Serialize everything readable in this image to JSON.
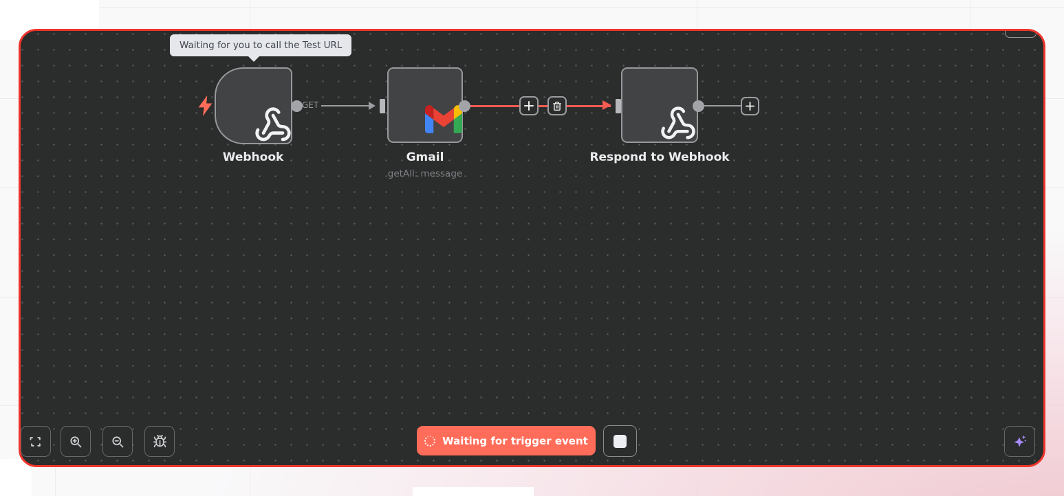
{
  "app": {
    "name": "workflow-editor-canvas"
  },
  "colors": {
    "canvas_bg": "#2b2c2c",
    "canvas_border_active": "#ee352b",
    "node_fill": "#424344",
    "node_border": "#98999c",
    "connection_default": "#9b9da1",
    "connection_active": "#f45b52",
    "execution_accent": "#ff6d5a",
    "assistant_purple": "#a78bfa"
  },
  "tooltip": {
    "text": "Waiting for you to call the Test URL"
  },
  "nodes": [
    {
      "label": "Webhook",
      "subtitle": "",
      "icon": "webhook-icon",
      "shape": "trigger-rounded-left",
      "badge": "lightning-trigger"
    },
    {
      "label": "Gmail",
      "subtitle": "getAll: message",
      "icon": "gmail-icon",
      "shape": "square"
    },
    {
      "label": "Respond to Webhook",
      "subtitle": "",
      "icon": "webhook-icon",
      "shape": "square"
    }
  ],
  "connections": [
    {
      "from": "Webhook",
      "to": "Gmail",
      "label": "GET",
      "state": "default"
    },
    {
      "from": "Gmail",
      "to": "Respond to Webhook",
      "label": "",
      "state": "active",
      "hover_actions": [
        "add-node",
        "delete-connection"
      ]
    },
    {
      "from": "Respond to Webhook",
      "to": "",
      "label": "",
      "state": "default",
      "hover_actions": [
        "add-node"
      ]
    }
  ],
  "controls": {
    "zoom_toolbar": [
      {
        "name": "fit-view"
      },
      {
        "name": "zoom-in"
      },
      {
        "name": "zoom-out"
      },
      {
        "name": "debug"
      }
    ],
    "execution_status": {
      "label": "Waiting for trigger event",
      "spinner": true
    },
    "stop_button": {
      "icon": "stop-square"
    },
    "assistant_button": {
      "icon": "sparkles"
    }
  }
}
